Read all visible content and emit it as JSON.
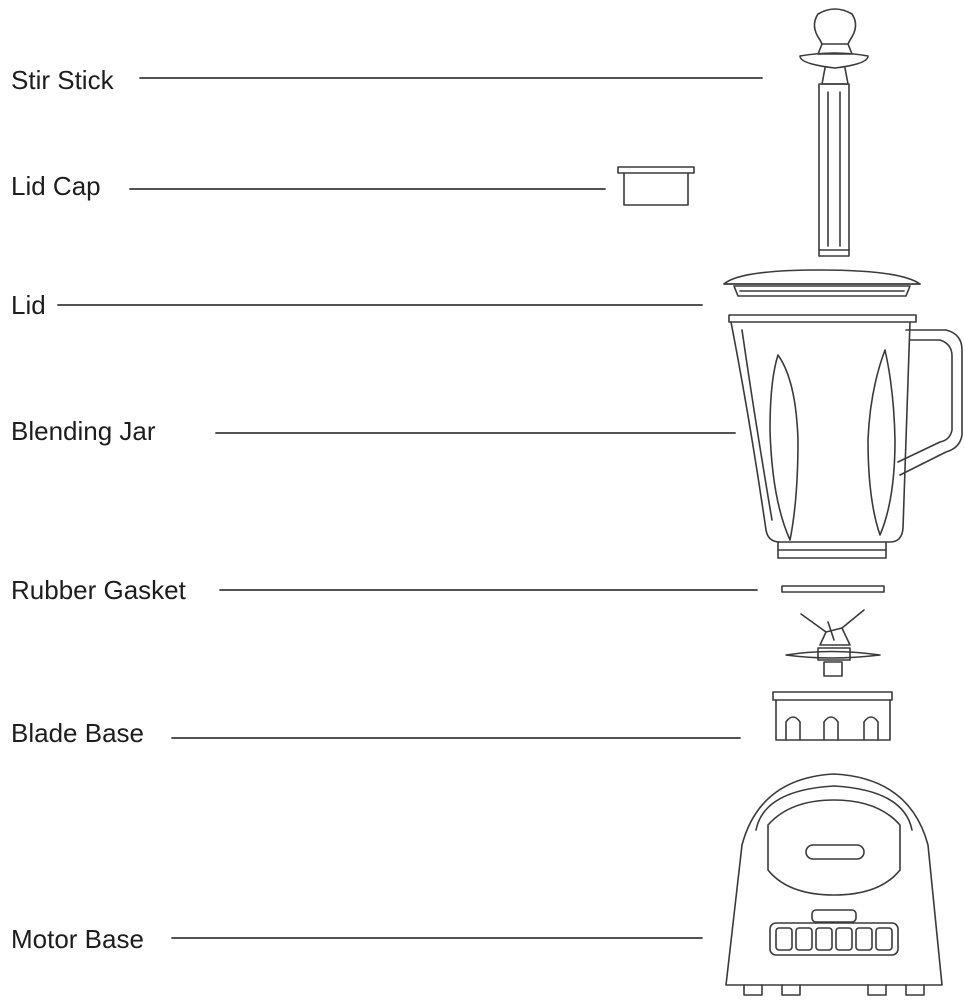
{
  "labels": {
    "stir_stick": "Stir Stick",
    "lid_cap": "Lid Cap",
    "lid": "Lid",
    "blending_jar": "Blending Jar",
    "rubber_gasket": "Rubber Gasket",
    "blade_base": "Blade Base",
    "motor_base": "Motor Base"
  },
  "colors": {
    "line": "#3a3a3a",
    "text": "#1d1d1d"
  }
}
